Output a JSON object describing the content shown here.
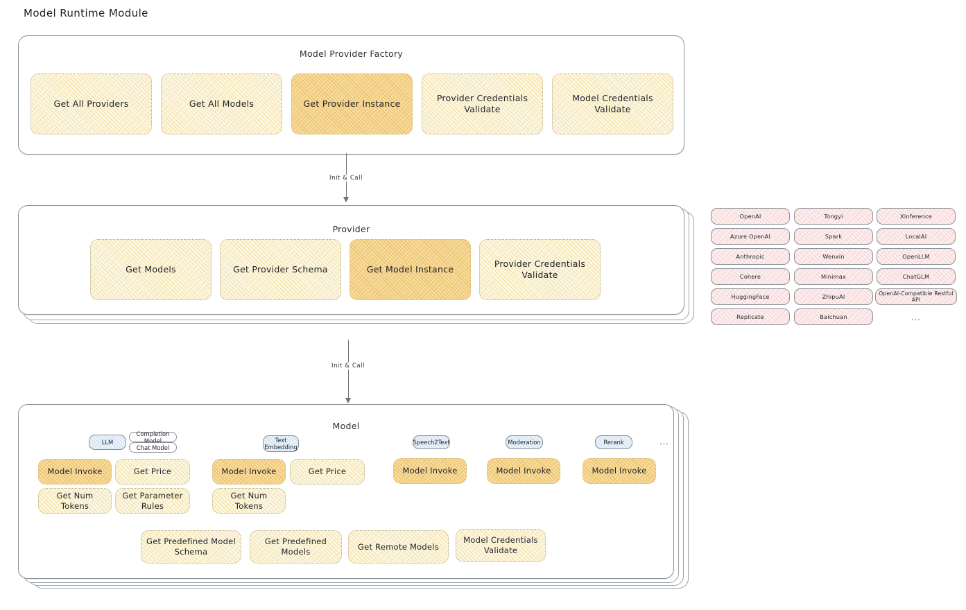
{
  "page": {
    "title": "Model Runtime Module"
  },
  "colors": {
    "box_fill_light": "#fdf8e6",
    "box_fill_strong": "#f9dfa4",
    "box_border": "#b9ae86",
    "chip_fill": "#fdf0f0",
    "badge_fill": "#e9f1f9",
    "card_border": "#8b8f96",
    "arrow": "#6e7278",
    "text": "#22252a"
  },
  "factory": {
    "title": "Model Provider Factory",
    "boxes": [
      {
        "label": "Get All Providers",
        "highlighted": false
      },
      {
        "label": "Get All Models",
        "highlighted": false
      },
      {
        "label": "Get Provider Instance",
        "highlighted": true
      },
      {
        "label": "Provider Credentials Validate",
        "highlighted": false
      },
      {
        "label": "Model Credentials Validate",
        "highlighted": false
      }
    ]
  },
  "arrow_1": {
    "label": "Init & Call"
  },
  "provider": {
    "title": "Provider",
    "boxes": [
      {
        "label": "Get Models",
        "highlighted": false
      },
      {
        "label": "Get Provider Schema",
        "highlighted": false
      },
      {
        "label": "Get Model Instance",
        "highlighted": true
      },
      {
        "label": "Provider Credentials Validate",
        "highlighted": false
      }
    ]
  },
  "provider_list": {
    "columns": [
      {
        "items": [
          "OpenAI",
          "Azure OpenAI",
          "Anthropic",
          "Cohere",
          "HuggingFace",
          "Replicate"
        ]
      },
      {
        "items": [
          "Tongyi",
          "Spark",
          "Wenxin",
          "Minimax",
          "ZhipuAI",
          "Baichuan"
        ]
      },
      {
        "items": [
          "Xinference",
          "LocalAI",
          "OpenLLM",
          "ChatGLM",
          "OpenAI-Compatible Restful API"
        ]
      }
    ],
    "more": "..."
  },
  "arrow_2": {
    "label": "Init & Call"
  },
  "model": {
    "title": "Model",
    "more": "...",
    "groups": [
      {
        "badge": "LLM",
        "sub_badges": [
          "Completion Model",
          "Chat Model"
        ],
        "boxes": [
          {
            "label": "Model Invoke",
            "highlighted": true
          },
          {
            "label": "Get Price",
            "highlighted": false
          },
          {
            "label": "Get Num Tokens",
            "highlighted": false
          },
          {
            "label": "Get Parameter Rules",
            "highlighted": false
          }
        ]
      },
      {
        "badge": "Text Embedding",
        "sub_badges": [],
        "boxes": [
          {
            "label": "Model Invoke",
            "highlighted": true
          },
          {
            "label": "Get Price",
            "highlighted": false
          },
          {
            "label": "Get Num Tokens",
            "highlighted": false
          }
        ]
      },
      {
        "badge": "Speech2Text",
        "sub_badges": [],
        "boxes": [
          {
            "label": "Model Invoke",
            "highlighted": true
          }
        ]
      },
      {
        "badge": "Moderation",
        "sub_badges": [],
        "boxes": [
          {
            "label": "Model Invoke",
            "highlighted": true
          }
        ]
      },
      {
        "badge": "Rerank",
        "sub_badges": [],
        "boxes": [
          {
            "label": "Model Invoke",
            "highlighted": true
          }
        ]
      }
    ],
    "shared_boxes": [
      {
        "label": "Get Predefined Model Schema"
      },
      {
        "label": "Get Predefined Models"
      },
      {
        "label": "Get Remote Models"
      },
      {
        "label": "Model Credentials Validate"
      }
    ]
  }
}
